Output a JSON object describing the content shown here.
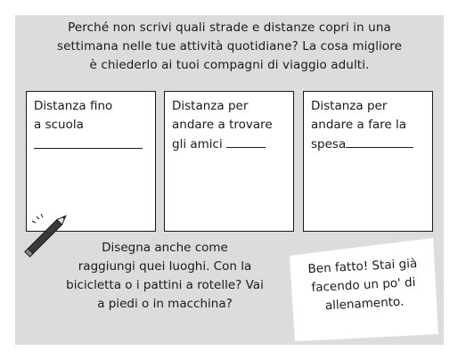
{
  "intro": {
    "lines": [
      "Perché non scrivi quali strade e distanze copri in una",
      "settimana nelle tue attività quotidiane? La cosa migliore",
      "è chiederlo ai tuoi compagni di viaggio adulti."
    ]
  },
  "boxes": [
    {
      "lines": [
        "Distanza fino",
        "a scuola"
      ]
    },
    {
      "lines": [
        "Distanza per",
        "andare a trovare",
        "gli amici"
      ]
    },
    {
      "lines": [
        "Distanza per",
        "andare a fare la",
        "spesa"
      ]
    }
  ],
  "prompt": {
    "lines": [
      "Disegna anche come",
      "raggiungi quei luoghi. Con la",
      "bicicletta o i pattini a rotelle? Vai",
      "a piedi o in macchina?"
    ]
  },
  "note": {
    "lines": [
      "Ben fatto! Stai già",
      "facendo un po' di",
      "allenamento."
    ]
  },
  "colors": {
    "panel": "#dcdcdc",
    "ink": "#1a1a1a",
    "paper": "#ffffff",
    "pencil": "#3a3a3a"
  }
}
